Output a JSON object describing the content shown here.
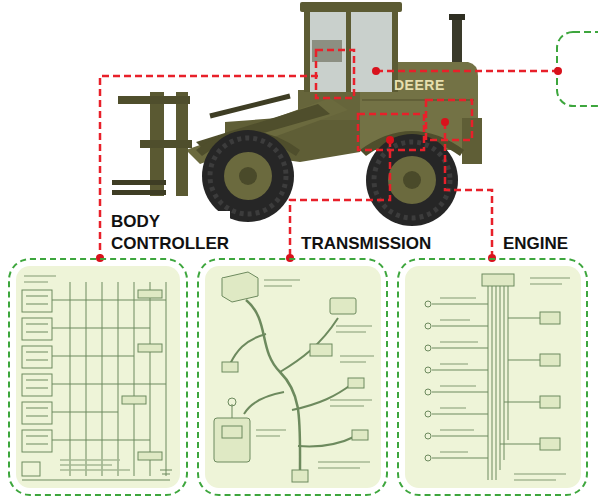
{
  "diagram": {
    "nodes": [
      {
        "text": [
          "BODY CONTROLLER"
        ]
      },
      {
        "text": [
          "TRANSMISSION"
        ]
      },
      {
        "text": [
          "ENGINE"
        ]
      }
    ],
    "labels": [
      "DEERE"
    ]
  }
}
